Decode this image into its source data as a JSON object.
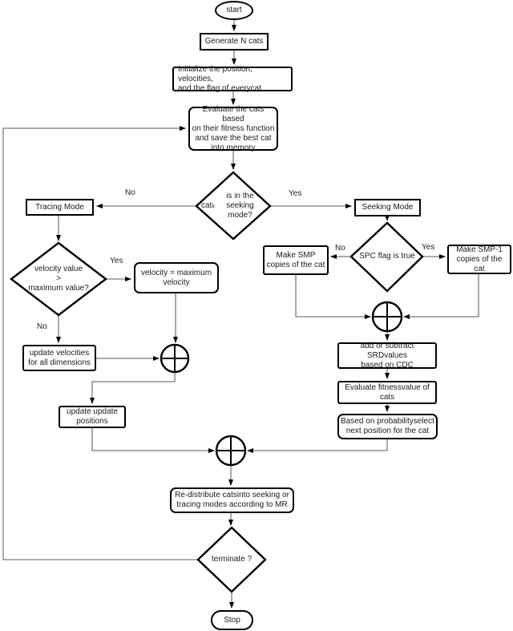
{
  "nodes": {
    "start": "start",
    "generate": "Generate N cats",
    "initialize": "Initialize the position, velocities,\nand the flag of everycat",
    "evaluate": "Evaluate the cats based\non their fitness function\nand save the best cat\ninto memory",
    "cat_decision": {
      "prefix": "cat",
      "sub": "k",
      "suffix": " is in the\nseeking mode?"
    },
    "tracing": "Tracing Mode",
    "seeking": "Seeking Mode",
    "velocity_decision": "velocity value\n>\nmaximum value?",
    "velocity_max": "velocity = maximum\nvelocity",
    "update_velocities": "update velocities\nfor all dimensions",
    "update_positions": "update update\npositions",
    "spc_decision": "SPC flag is true",
    "make_smp": "Make SMP\ncopies of the cat",
    "make_smp1": "Make SMP-1\ncopies of the cat",
    "srd": "add or subtract SRDvalues\nbased on CDC",
    "fitness": "Evaluate fitnessvalue of\ncats",
    "probability": "Based on probabilityselect\nnext position for the cat",
    "redistribute": "Re-distribute catsinto seeking or\ntracing modes according to MR",
    "terminate": "terminate ?",
    "stop": "Stop"
  },
  "edge_labels": {
    "cat_no": "No",
    "cat_yes": "Yes",
    "vel_yes": "Yes",
    "vel_no": "No",
    "spc_no": "No",
    "spc_yes": "Yes"
  },
  "colors": {
    "background": "#ffffff",
    "shape_stroke": "#000000",
    "connector": "#7a7a7a",
    "text": "#1c1c1c"
  }
}
